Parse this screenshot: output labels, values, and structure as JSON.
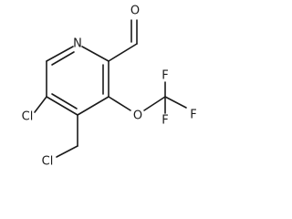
{
  "molecule": {
    "atoms": {
      "n_ring": "N",
      "o_aldehyde": "O",
      "o_ether": "O",
      "f_top": "F",
      "f_right": "F",
      "f_bottom": "F",
      "cl_ring": "Cl",
      "cl_methyl": "Cl"
    }
  },
  "colors": {
    "bond": "#1a1a1a",
    "label": "#1a1a1a",
    "background": "#ffffff"
  }
}
